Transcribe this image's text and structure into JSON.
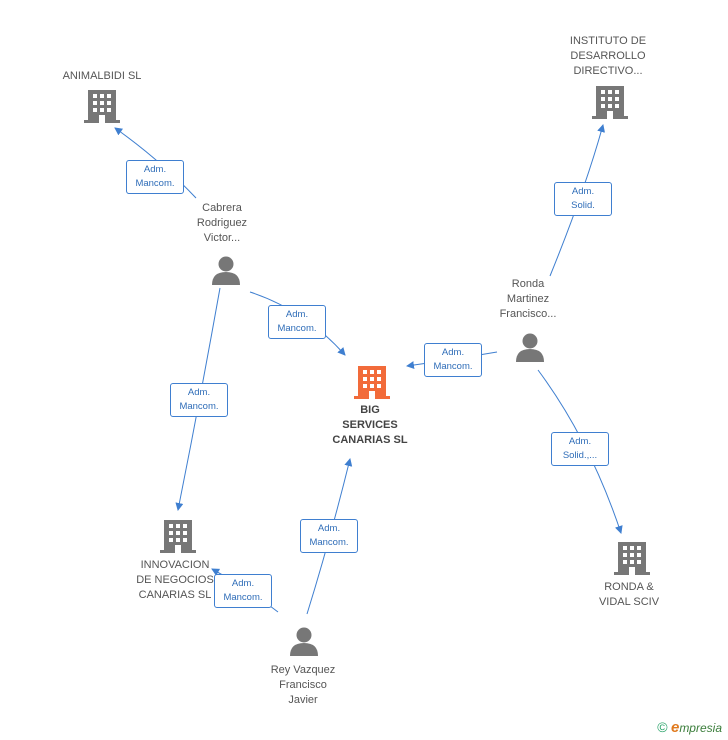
{
  "nodes": {
    "big_services": {
      "label": "BIG\nSERVICES\nCANARIAS SL",
      "type": "company",
      "color": "#f26b3a"
    },
    "animalbidi": {
      "label": "ANIMALBIDI SL",
      "type": "company",
      "color": "#777777"
    },
    "instituto": {
      "label": "INSTITUTO DE\nDESARROLLO\nDIRECTIVO...",
      "type": "company",
      "color": "#777777"
    },
    "innovacion": {
      "label": "INNOVACION\nDE NEGOCIOS\nCANARIAS  SL",
      "type": "company",
      "color": "#777777"
    },
    "ronda_vidal": {
      "label": "RONDA &\nVIDAL SCIV",
      "type": "company",
      "color": "#777777"
    },
    "cabrera": {
      "label": "Cabrera\nRodriguez\nVictor...",
      "type": "person",
      "color": "#777777"
    },
    "ronda_martinez": {
      "label": "Ronda\nMartinez\nFrancisco...",
      "type": "person",
      "color": "#777777"
    },
    "rey_vazquez": {
      "label": "Rey Vazquez\nFrancisco\nJavier",
      "type": "person",
      "color": "#777777"
    }
  },
  "edges": [
    {
      "id": "cabrera-animalbidi",
      "label": "Adm.\nMancom."
    },
    {
      "id": "cabrera-big",
      "label": "Adm.\nMancom."
    },
    {
      "id": "cabrera-innovacion",
      "label": "Adm.\nMancom."
    },
    {
      "id": "ronda-instituto",
      "label": "Adm.\nSolid."
    },
    {
      "id": "ronda-big",
      "label": "Adm.\nMancom."
    },
    {
      "id": "ronda-vidal",
      "label": "Adm.\nSolid.,..."
    },
    {
      "id": "rey-big",
      "label": "Adm.\nMancom."
    },
    {
      "id": "rey-innovacion",
      "label": "Adm.\nMancom."
    }
  ],
  "colors": {
    "edge": "#3f7fd0",
    "icon": "#777777",
    "main": "#f26b3a"
  },
  "footer": {
    "copyright": "©",
    "brand_initial": "e",
    "brand_rest": "mpresia"
  }
}
